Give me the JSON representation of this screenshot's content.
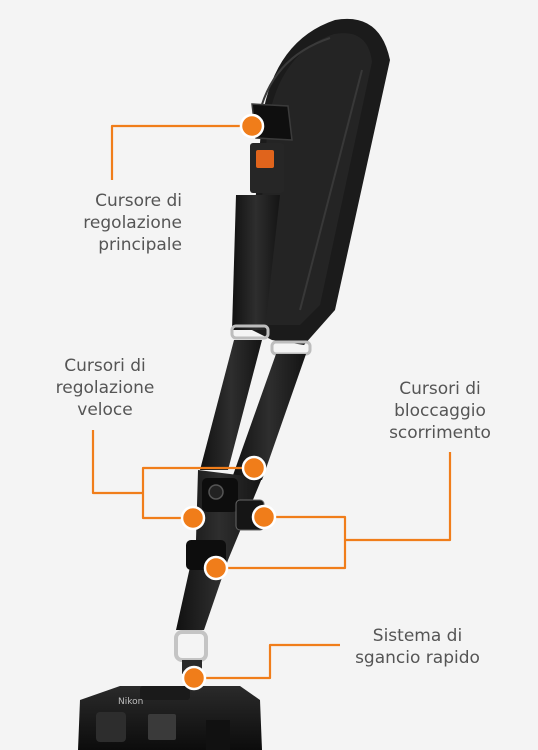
{
  "colors": {
    "background": "#f4f4f4",
    "accent": "#f07d1a",
    "strap": "#1e1e1e",
    "text": "#555555"
  },
  "callouts": [
    {
      "id": "main",
      "text": "Cursore di\nregolazione\nprincipale"
    },
    {
      "id": "quick",
      "text": "Cursori di\nregolazione\nveloce"
    },
    {
      "id": "lock",
      "text": "Cursori di\nbloccaggio\nscorrimento"
    },
    {
      "id": "release",
      "text": "Sistema di\nsgancio rapido"
    }
  ],
  "camera_brand": "Nikon"
}
